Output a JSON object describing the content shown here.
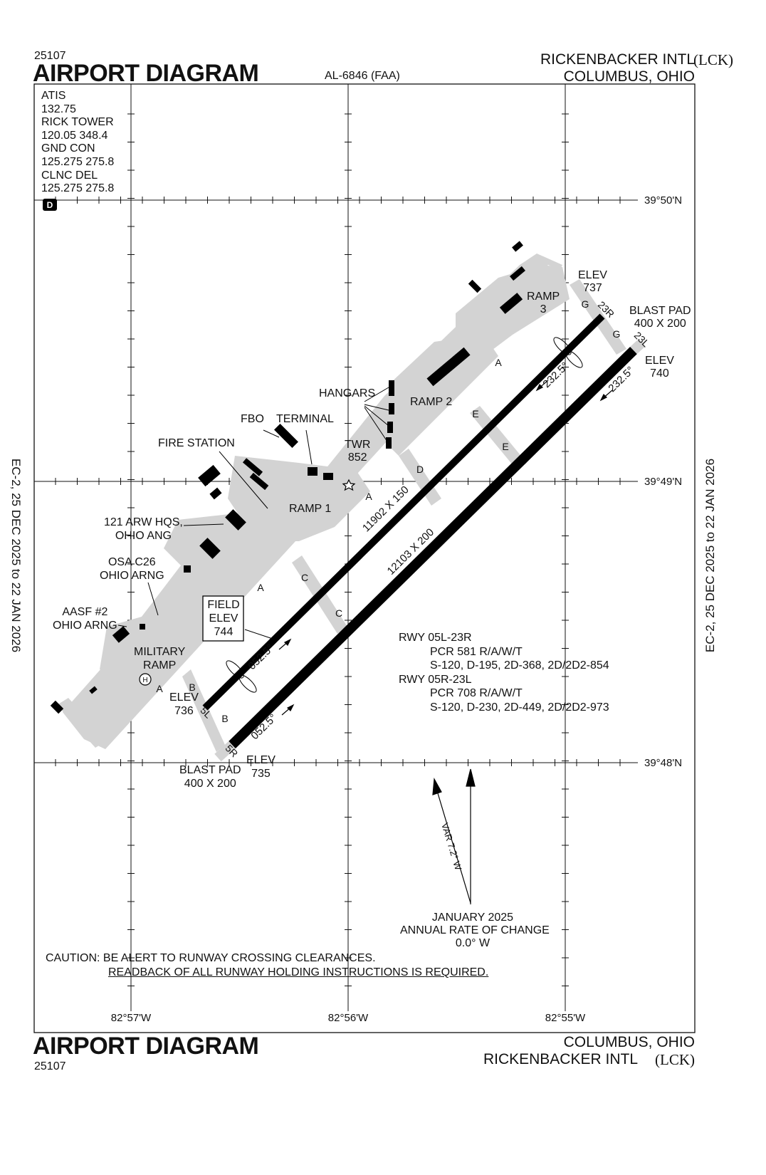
{
  "header": {
    "chart_number": "25107",
    "title": "AIRPORT DIAGRAM",
    "al_number": "AL-6846 (FAA)",
    "airport_name": "RICKENBACKER INTL",
    "airport_id": "(LCK)",
    "city": "COLUMBUS, OHIO"
  },
  "frequencies": {
    "lines": [
      "ATIS",
      "132.75",
      "RICK TOWER",
      "120.05  348.4",
      "GND CON",
      "125.275  275.8",
      "CLNC DEL",
      "125.275  275.8"
    ],
    "dme_badge": "D"
  },
  "validity": {
    "left": "EC-2,  25 DEC 2025  to  22 JAN 2026",
    "right": "EC-2,  25 DEC 2025  to  22 JAN 2026"
  },
  "coordinates": {
    "lat_north": "39°50'N",
    "lat_mid": "39°49'N",
    "lat_south": "39°48'N",
    "lon_west": "82°57'W",
    "lon_mid": "82°56'W",
    "lon_east": "82°55'W"
  },
  "runways": {
    "rwy1_dims": "11902 X 150",
    "rwy2_dims": "12103 X 200",
    "rwy_05l": "5L",
    "rwy_05r": "5R",
    "rwy_23r": "23R",
    "rwy_23l": "23L",
    "hdg_052_a": "052.5°",
    "hdg_052_b": "052.5°",
    "hdg_232_a": "232.5°",
    "hdg_232_b": "232.5°"
  },
  "elevations": {
    "elev_label": "ELEV",
    "elev_737": "737",
    "elev_740": "740",
    "elev_736": "736",
    "elev_735": "735",
    "field_elev_line1": "FIELD",
    "field_elev_line2": "ELEV",
    "field_elev_value": "744"
  },
  "blast_pads": {
    "ne_line1": "BLAST PAD",
    "ne_line2": "400 X 200",
    "sw_line1": "BLAST PAD",
    "sw_line2": "400 X 200"
  },
  "labels": {
    "ramp3_a": "RAMP",
    "ramp3_b": "3",
    "ramp2": "RAMP 2",
    "ramp1": "RAMP 1",
    "hangars": "HANGARS",
    "fbo": "FBO",
    "terminal": "TERMINAL",
    "fire_station": "FIRE STATION",
    "twr": "TWR",
    "twr_height": "852",
    "arw_hqs_1": "121 ARW HQS,",
    "arw_hqs_2": "OHIO ANG",
    "osa_1": "OSA C26",
    "osa_2": "OHIO ARNG",
    "aasf_1": "AASF #2",
    "aasf_2": "OHIO ARNG",
    "military_1": "MILITARY",
    "military_2": "RAMP",
    "heliport": "H"
  },
  "taxiways": {
    "a1": "A",
    "a2": "A",
    "a3": "A",
    "a4": "A",
    "b1": "B",
    "b2": "B",
    "c1": "C",
    "c2": "C",
    "d": "D",
    "e1": "E",
    "e2": "E",
    "g1": "G",
    "g2": "G"
  },
  "runway_data": {
    "rwy1_id": "RWY 05L-23R",
    "rwy1_pcr": "PCR 581 R/A/W/T",
    "rwy1_loads": "S-120, D-195, 2D-368, 2D/2D2-854",
    "rwy2_id": "RWY 05R-23L",
    "rwy2_pcr": "PCR 708 R/A/W/T",
    "rwy2_loads": "S-120, D-230, 2D-449, 2D/2D2-973"
  },
  "magnetic": {
    "variation": "VAR 7.2° W",
    "date": "JANUARY 2025",
    "rate_label": "ANNUAL RATE OF CHANGE",
    "rate": "0.0° W"
  },
  "caution": {
    "line1": "CAUTION: BE ALERT TO RUNWAY CROSSING CLEARANCES.",
    "line2": "READBACK OF ALL RUNWAY HOLDING INSTRUCTIONS IS REQUIRED."
  },
  "footer": {
    "title": "AIRPORT DIAGRAM",
    "chart_number": "25107",
    "city": "COLUMBUS, OHIO",
    "airport_name": "RICKENBACKER INTL",
    "airport_id": "(LCK)"
  },
  "colors": {
    "pavement": "#d3d3d3",
    "runway": "#000000",
    "ink": "#111111"
  }
}
